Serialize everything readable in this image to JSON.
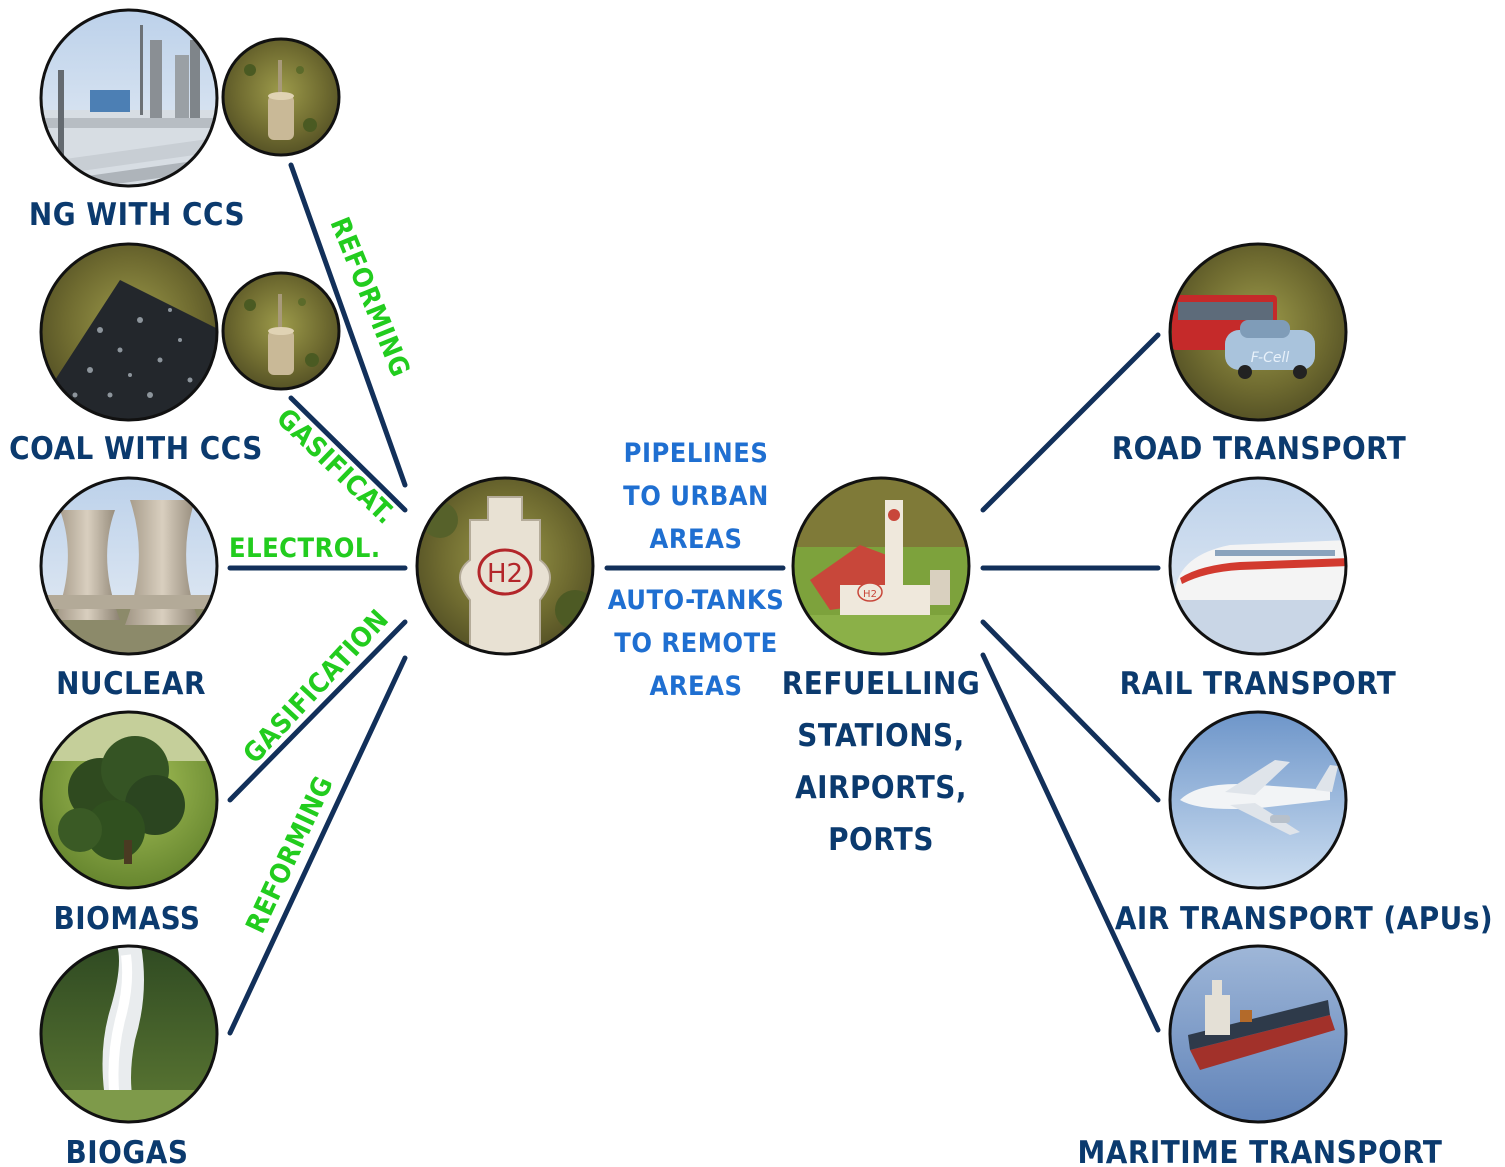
{
  "sources": {
    "ng": "NG WITH CCS",
    "coal": "COAL WITH CCS",
    "nuclear": "NUCLEAR",
    "biomass": "BIOMASS",
    "biogas": "BIOGAS"
  },
  "processes": {
    "ng": "REFORMING",
    "coal": "GASIFICAT.",
    "nuclear": "ELECTROL.",
    "biomass": "GASIFICATION",
    "biogas": "REFORMING"
  },
  "hub": {
    "sign_text": "H2"
  },
  "distribution": {
    "pipelines": [
      "PIPELINES",
      "TO URBAN",
      "AREAS"
    ],
    "tanks": [
      "AUTO-TANKS",
      "TO REMOTE",
      "AREAS"
    ]
  },
  "station": {
    "lines": [
      "REFUELLING",
      "STATIONS,",
      "AIRPORTS,",
      "PORTS"
    ],
    "sign_text": "H2"
  },
  "uses": {
    "road": "ROAD TRANSPORT",
    "rail": "RAIL TRANSPORT",
    "air": "AIR TRANSPORT (APUs)",
    "maritime": "MARITIME TRANSPORT"
  },
  "road_car_text": "F-Cell",
  "colors": {
    "source_label": "#0b3a6e",
    "process_label": "#22cc1e",
    "distribution_label": "#1f6fd1",
    "link_line": "#12305a"
  }
}
